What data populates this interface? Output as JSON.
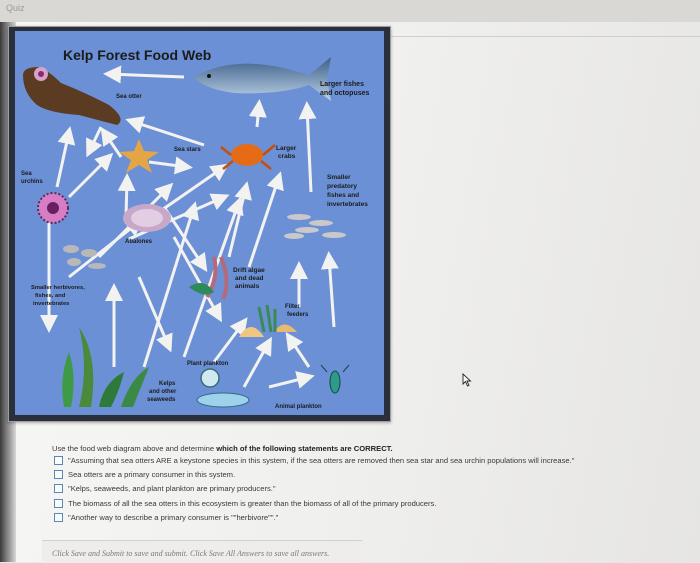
{
  "browser": {
    "tab_text": "Quiz"
  },
  "diagram": {
    "title": "Kelp Forest Food Web",
    "labels": {
      "sea_otter": "Sea otter",
      "larger_fishes_1": "Larger fishes",
      "larger_fishes_2": "and octopuses",
      "sea_stars": "Sea stars",
      "larger_crabs_1": "Larger",
      "larger_crabs_2": "crabs",
      "sea_urchins_1": "Sea",
      "sea_urchins_2": "urchins",
      "smaller_predatory_1": "Smaller",
      "smaller_predatory_2": "predatory",
      "smaller_predatory_3": "fishes and",
      "smaller_predatory_4": "invertebrates",
      "abalones": "Abalones",
      "drift_algae_1": "Drift algae",
      "drift_algae_2": "and dead",
      "drift_algae_3": "animals",
      "smaller_herbivores_1": "Smaller herbivores,",
      "smaller_herbivores_2": "fishes, and",
      "smaller_herbivores_3": "invertebrates",
      "filter_feeders_1": "Filter",
      "filter_feeders_2": "feeders",
      "plant_plankton": "Plant plankton",
      "kelps_1": "Kelps",
      "kelps_2": "and other",
      "kelps_3": "seaweeds",
      "animal_plankton": "Animal plankton"
    },
    "colors": {
      "background": "#6b90d6",
      "frame": "#2a2f3c",
      "arrow": "#f2f2f0"
    }
  },
  "question": {
    "prompt_start": "Use the food web diagram above and determine ",
    "prompt_bold": "which of the following statements are CORRECT.",
    "options": [
      "\"Assuming that sea otters ARE a keystone species in this system, if the sea otters are removed then sea star and sea urchin populations will increase.\"",
      "Sea otters are a primary consumer in this system.",
      "\"Kelps, seaweeds, and plant plankton are primary producers.\"",
      "The biomass of all the sea otters in this ecosystem is greater than the biomass of all of the primary producers.",
      "\"Another way to describe a primary consumer is \"\"herbivore\"\".\""
    ]
  },
  "footer": {
    "text": "Click Save and Submit to save and submit. Click Save All Answers to save all answers."
  }
}
